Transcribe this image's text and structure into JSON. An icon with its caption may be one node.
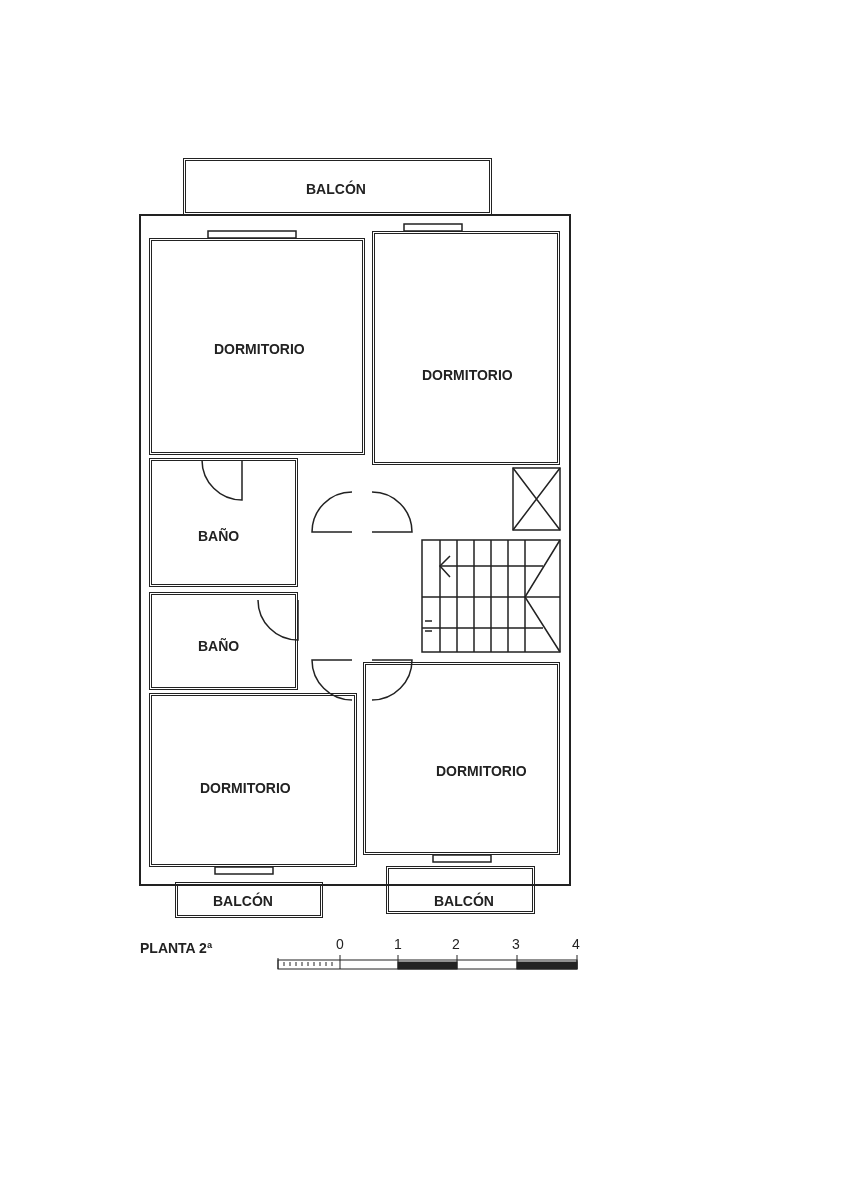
{
  "diagram": {
    "nodes": [
      {
        "text": [
          "BALCÓN"
        ]
      },
      {
        "text": [
          "DORMITORIO"
        ]
      },
      {
        "text": [
          "DORMITORIO"
        ]
      },
      {
        "text": [
          "BAÑO"
        ]
      },
      {
        "text": [
          "BAÑO"
        ]
      },
      {
        "text": [
          "DORMITORIO"
        ]
      },
      {
        "text": [
          "DORMITORIO"
        ]
      },
      {
        "text": [
          "BALCÓN"
        ]
      },
      {
        "text": [
          "BALCÓN"
        ]
      }
    ],
    "edges": [],
    "labels": [
      "PLANTA 2ª",
      "0",
      "1",
      "2",
      "3",
      "4"
    ]
  }
}
